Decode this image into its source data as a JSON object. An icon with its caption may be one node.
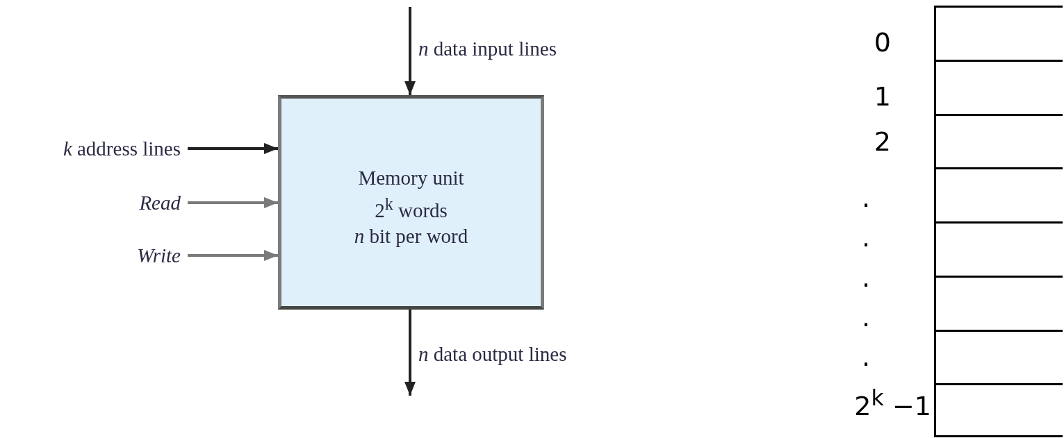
{
  "diagram": {
    "nodes": [
      {
        "text": [
          "*k* address lines"
        ]
      },
      {
        "text": [
          "Read"
        ]
      },
      {
        "text": [
          "Write"
        ]
      },
      {
        "text": [
          "Memory unit",
          "2$^{k}$ words",
          "*n* bit per word"
        ]
      },
      {
        "text": [],
        "shape": "box"
      },
      {
        "text": [],
        "shape": "box"
      },
      {
        "text": [],
        "shape": "box"
      },
      {
        "text": [],
        "shape": "box"
      },
      {
        "text": [],
        "shape": "box"
      },
      {
        "text": [],
        "shape": "box"
      },
      {
        "text": [],
        "shape": "box"
      },
      {
        "text": [],
        "shape": "box"
      }
    ],
    "edges": [
      {
        "from": 0,
        "to": 3,
        "arrow": "to"
      },
      {
        "from": 1,
        "to": 3,
        "arrow": "to",
        "color": "#7a7a7a"
      },
      {
        "from": 2,
        "to": 3,
        "arrow": "to",
        "color": "#7a7a7a"
      },
      {
        "from": null,
        "to": 3,
        "arrow": "to",
        "label": "*n* data input lines"
      },
      {
        "from": 3,
        "to": null,
        "arrow": "to",
        "label": "*n* data output lines"
      }
    ],
    "labels": [
      "0",
      "1",
      "2",
      ".",
      ".",
      ".",
      ".",
      ".",
      "2$^{k}$ −1"
    ]
  }
}
